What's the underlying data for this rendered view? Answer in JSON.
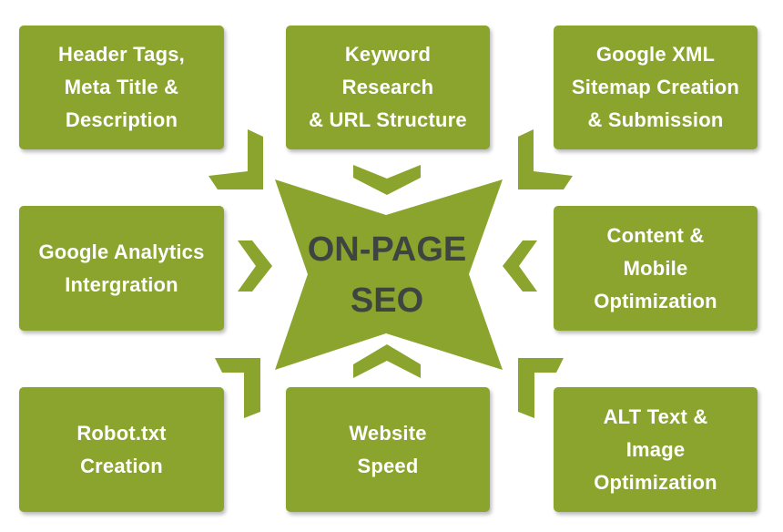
{
  "center": {
    "label": "ON-PAGE\nSEO"
  },
  "nodes": {
    "header_tags": "Header Tags,\nMeta Title &\nDescription",
    "keyword_research": "Keyword\nResearch\n& URL Structure",
    "google_xml": "Google XML\nSitemap Creation\n& Submission",
    "google_analytics": "Google Analytics\nIntergration",
    "content_mobile": "Content &\nMobile\nOptimization",
    "robot_txt": "Robot.txt\nCreation",
    "website_speed": "Website\nSpeed",
    "alt_text": "ALT Text &\nImage\nOptimization"
  },
  "colors": {
    "box_fill": "#8aa42e",
    "box_text": "#ffffff",
    "center_fill": "#8aa42e",
    "center_text": "#3e4540",
    "chevron": "#8aa42e"
  }
}
